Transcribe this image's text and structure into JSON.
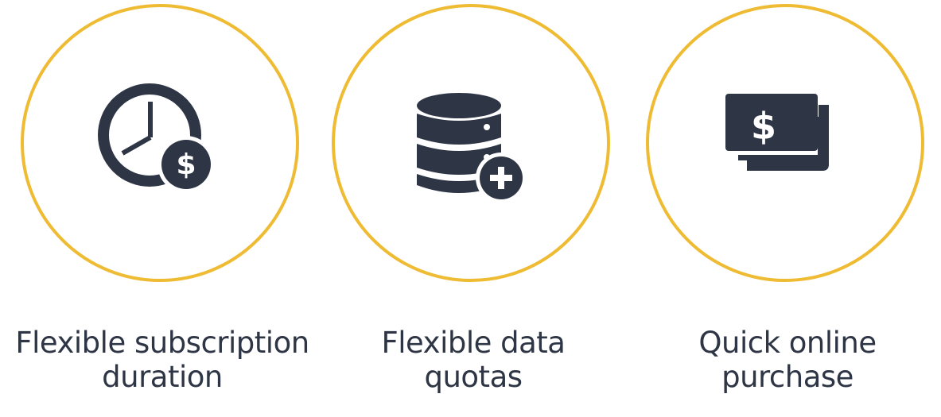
{
  "colors": {
    "ring": "#EEBB33",
    "icon": "#2E3545",
    "text": "#2E3545",
    "background": "#FFFFFF"
  },
  "features": [
    {
      "icon": "clock-dollar-icon",
      "line1": "Flexible subscription",
      "line2": "duration"
    },
    {
      "icon": "database-plus-icon",
      "line1": "Flexible data",
      "line2": "quotas"
    },
    {
      "icon": "money-bills-icon",
      "line1": "Quick online",
      "line2": "purchase"
    }
  ]
}
